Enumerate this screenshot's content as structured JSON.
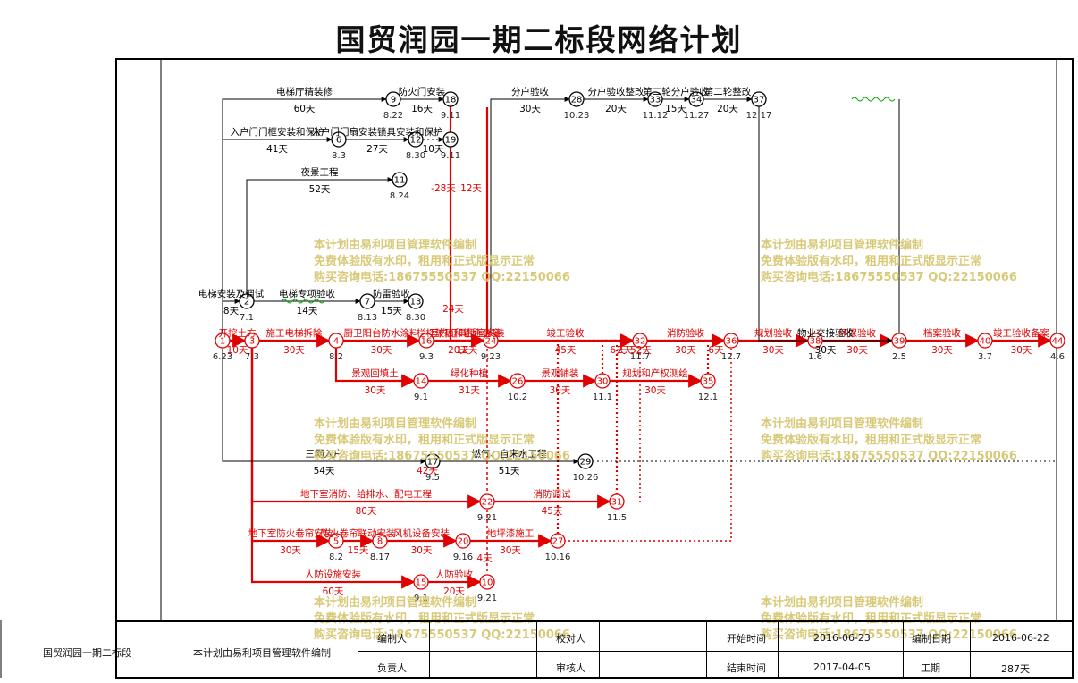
{
  "title": "国贸润园一期二标段网络计划",
  "watermark": {
    "line1": "本计划由易利项目管理软件编制",
    "line2": "免费体验版有水印，租用和正式版显示正常",
    "line3": "购买咨询电话:18675550537 QQ:22150066"
  },
  "colors": {
    "critical": "#e00000",
    "normal": "#000000",
    "float": "#00aa00",
    "watermark": "#d4c46a"
  },
  "nodes": [
    {
      "id": "1",
      "date": "6.23",
      "critical": true
    },
    {
      "id": "2",
      "date": "7.1",
      "critical": false
    },
    {
      "id": "3",
      "date": "7.3",
      "critical": true
    },
    {
      "id": "4",
      "date": "8.2",
      "critical": true
    },
    {
      "id": "5",
      "date": "8.2",
      "critical": true
    },
    {
      "id": "6",
      "date": "8.3",
      "critical": false
    },
    {
      "id": "7",
      "date": "8.13",
      "critical": false
    },
    {
      "id": "8",
      "date": "8.17",
      "critical": true
    },
    {
      "id": "9",
      "date": "8.22",
      "critical": false
    },
    {
      "id": "10",
      "date": "9.21",
      "critical": true
    },
    {
      "id": "11",
      "date": "8.24",
      "critical": false
    },
    {
      "id": "12",
      "date": "8.30",
      "critical": false
    },
    {
      "id": "13",
      "date": "8.30",
      "critical": false
    },
    {
      "id": "14",
      "date": "9.1",
      "critical": true
    },
    {
      "id": "15",
      "date": "9.1",
      "critical": true
    },
    {
      "id": "16",
      "date": "9.3",
      "critical": true
    },
    {
      "id": "17",
      "date": "9.5",
      "critical": false
    },
    {
      "id": "18",
      "date": "9.11",
      "critical": false
    },
    {
      "id": "19",
      "date": "9.11",
      "critical": false
    },
    {
      "id": "20",
      "date": "9.16",
      "critical": true
    },
    {
      "id": "22",
      "date": "9.21",
      "critical": true
    },
    {
      "id": "24",
      "date": "9.23",
      "critical": true
    },
    {
      "id": "26",
      "date": "10.2",
      "critical": true
    },
    {
      "id": "27",
      "date": "10.16",
      "critical": true
    },
    {
      "id": "28",
      "date": "10.23",
      "critical": false
    },
    {
      "id": "29",
      "date": "10.26",
      "critical": false
    },
    {
      "id": "30",
      "date": "11.1",
      "critical": true
    },
    {
      "id": "31",
      "date": "11.5",
      "critical": true
    },
    {
      "id": "32",
      "date": "11.7",
      "critical": true
    },
    {
      "id": "33",
      "date": "11.12",
      "critical": false
    },
    {
      "id": "34",
      "date": "11.27",
      "critical": false
    },
    {
      "id": "35",
      "date": "12.1",
      "critical": true
    },
    {
      "id": "36",
      "date": "12.7",
      "critical": true
    },
    {
      "id": "37",
      "date": "12.17",
      "critical": false
    },
    {
      "id": "38",
      "date": "1.6",
      "critical": true
    },
    {
      "id": "39",
      "date": "2.5",
      "critical": true
    },
    {
      "id": "40",
      "date": "3.7",
      "critical": true
    },
    {
      "id": "44",
      "date": "4.6",
      "critical": true
    }
  ],
  "activities": [
    {
      "from": "1",
      "to": "3",
      "name": "开挖土方",
      "dur": "10天",
      "critical": true
    },
    {
      "from": "3",
      "to": "4",
      "name": "施工电梯拆除",
      "dur": "30天",
      "critical": true
    },
    {
      "from": "4",
      "to": "16",
      "name": "厨卫阳台防水涂料",
      "dur": "30天",
      "critical": true
    },
    {
      "from": "16",
      "to": "24",
      "name": "栏杆玻璃和铝合金窗",
      "dur": "20天",
      "critical": true
    },
    {
      "from": "24",
      "to": "32",
      "name": "竣工验收",
      "dur": "45天",
      "critical": true
    },
    {
      "from": "32",
      "to": "36",
      "name": "消防验收",
      "dur": "30天",
      "critical": true
    },
    {
      "from": "36",
      "to": "38",
      "name": "规划验收",
      "dur": "30天",
      "critical": true
    },
    {
      "from": "38",
      "to": "39",
      "name": "环保验收",
      "dur": "30天",
      "critical": true
    },
    {
      "from": "39",
      "to": "40",
      "name": "档案验收",
      "dur": "30天",
      "critical": true
    },
    {
      "from": "40",
      "to": "44",
      "name": "竣工验收备案",
      "dur": "30天",
      "critical": true
    },
    {
      "from": "4",
      "to": "14",
      "name": "景观回填土",
      "dur": "30天",
      "critical": true
    },
    {
      "from": "14",
      "to": "26",
      "name": "绿化种植",
      "dur": "31天",
      "critical": true
    },
    {
      "from": "26",
      "to": "30",
      "name": "景观铺装",
      "dur": "30天",
      "critical": true
    },
    {
      "from": "30",
      "to": "35",
      "name": "规划和产权测绘",
      "dur": "30天",
      "critical": true
    },
    {
      "from": "30",
      "to": "32",
      "name": "",
      "dur": "6天",
      "critical": true
    },
    {
      "from": "35",
      "to": "36",
      "name": "",
      "dur": "6天",
      "critical": true
    },
    {
      "from": "3",
      "to": "22",
      "name": "地下室消防、给排水、配电工程",
      "dur": "80天",
      "critical": true
    },
    {
      "from": "22",
      "to": "31",
      "name": "消防调试",
      "dur": "45天",
      "critical": true
    },
    {
      "from": "31",
      "to": "32",
      "name": "",
      "dur": "2天",
      "critical": true
    },
    {
      "from": "3",
      "to": "5",
      "name": "地下室防火卷帘安装",
      "dur": "30天",
      "critical": true
    },
    {
      "from": "5",
      "to": "8",
      "name": "防火卷帘联动安装",
      "dur": "15天",
      "critical": true
    },
    {
      "from": "8",
      "to": "20",
      "name": "风机设备安装",
      "dur": "30天",
      "critical": true
    },
    {
      "from": "20",
      "to": "27",
      "name": "地坪漆施工",
      "dur": "30天",
      "critical": true
    },
    {
      "from": "27",
      "to": "36",
      "name": "",
      "dur": "52天",
      "critical": true
    },
    {
      "from": "3",
      "to": "15",
      "name": "人防设施安装",
      "dur": "60天",
      "critical": true
    },
    {
      "from": "15",
      "to": "10",
      "name": "人防验收",
      "dur": "20天",
      "critical": true
    },
    {
      "from": "1",
      "to": "9",
      "name": "电梯厅精装修",
      "dur": "60天",
      "critical": false
    },
    {
      "from": "9",
      "to": "18",
      "name": "防火门安装",
      "dur": "16天",
      "critical": false
    },
    {
      "from": "18",
      "to": "24",
      "name": "室内灯具插座安装",
      "dur": "12天",
      "critical": true
    },
    {
      "from": "1",
      "to": "6",
      "name": "入户门门框安装和保护",
      "dur": "41天",
      "critical": false
    },
    {
      "from": "6",
      "to": "12",
      "name": "入户门门扇安装锁具安装和保护",
      "dur": "27天",
      "critical": false
    },
    {
      "from": "12",
      "to": "19",
      "name": "",
      "dur": "10天",
      "critical": false
    },
    {
      "from": "2",
      "to": "11",
      "name": "夜景工程",
      "dur": "52天",
      "critical": false
    },
    {
      "from": "2",
      "to": "7",
      "name": "电梯专项验收",
      "dur": "14天",
      "critical": false
    },
    {
      "from": "7",
      "to": "13",
      "name": "防雷验收",
      "dur": "15天",
      "critical": false
    },
    {
      "from": "1",
      "to": "2",
      "name": "电梯安装及调试",
      "dur": "8天",
      "critical": false
    },
    {
      "from": "1",
      "to": "17",
      "name": "三网入户",
      "dur": "54天",
      "critical": false
    },
    {
      "from": "17",
      "to": "29",
      "name": "燃气、自来水工程",
      "dur": "51天",
      "critical": false
    },
    {
      "from": "24",
      "to": "28",
      "name": "分户验收",
      "dur": "30天",
      "critical": false
    },
    {
      "from": "28",
      "to": "33",
      "name": "分户验收整改",
      "dur": "20天",
      "critical": false
    },
    {
      "from": "33",
      "to": "34",
      "name": "第二轮分户验收",
      "dur": "15天",
      "critical": false
    },
    {
      "from": "34",
      "to": "37",
      "name": "第二轮整改",
      "dur": "20天",
      "critical": false
    },
    {
      "from": "37",
      "to": "39",
      "name": "物业交接验收",
      "dur": "30天",
      "critical": false
    }
  ],
  "extra_labels": {
    "float_neg": "-28天",
    "float_12": "12天",
    "float_24": "24天",
    "dur_4": "4天",
    "dur_42": "42天"
  },
  "footer": {
    "project": "国贸润园一期二标段",
    "software": "本计划由易利项目管理软件编制",
    "compiler_label": "编制人",
    "checker_label": "校对人",
    "start_label": "开始时间",
    "start_value": "2016-06-23",
    "compile_date_label": "编制日期",
    "compile_date_value": "2016-06-22",
    "responsible_label": "负责人",
    "reviewer_label": "审核人",
    "end_label": "结束时间",
    "end_value": "2017-04-05",
    "duration_label": "工期",
    "duration_value": "287天"
  }
}
